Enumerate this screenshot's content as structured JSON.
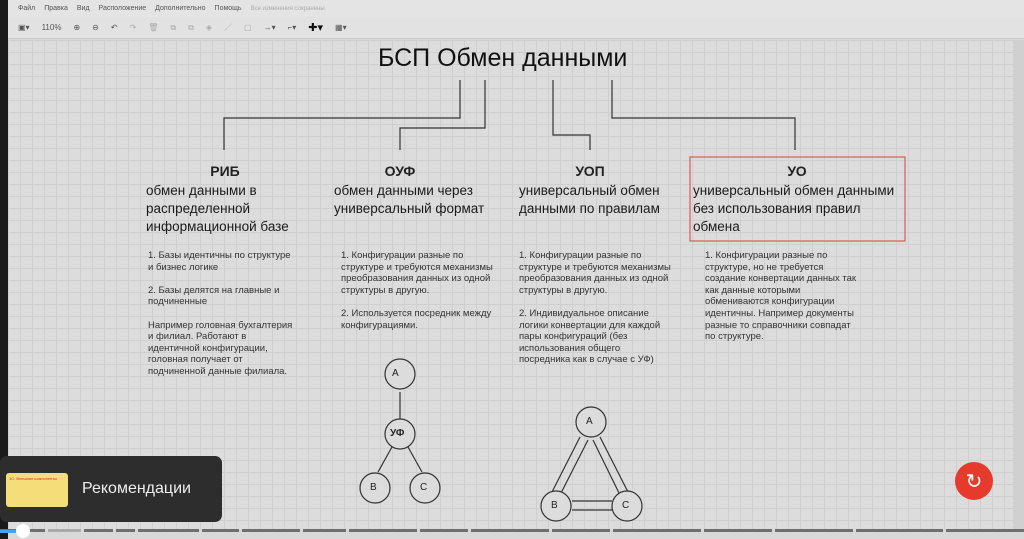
{
  "menu": {
    "items": [
      "Файл",
      "Правка",
      "Вид",
      "Расположение",
      "Дополнительно",
      "Помощь"
    ],
    "status": "Все изменения сохранены"
  },
  "toolbar": {
    "zoom": "110%"
  },
  "diagram": {
    "title": "БСП Обмен данными",
    "columns": [
      {
        "head": "РИБ",
        "sub": "обмен данными в распределенной информационной базе",
        "body": "1. Базы идентичны по структуре и бизнес логике\n\n2. Базы делятся на главные и подчиненные\n\nНапример головная бухгалтерия и филиал. Работают в идентичной конфигурации, головная получает от подчиненной данные филиала."
      },
      {
        "head": "ОУФ",
        "sub": "обмен данными через универсальный формат",
        "body": "1. Конфигурации разные по структуре и требуются механизмы преобразования данных из одной структуры в другую.\n\n2. Используется посредник между конфигурациями."
      },
      {
        "head": "УОП",
        "sub": "универсальный обмен данными по правилам",
        "body": "1. Конфигурации разные по структуре и требуются механизмы преобразования данных из одной структуры в другую.\n\n2. Индивидуальное описание логики конвертации для каждой пары конфигураций (без использования общего посредника как в случае с УФ)"
      },
      {
        "head": "УО",
        "sub": "универсальный обмен данными без использования правил обмена",
        "body": "1. Конфигурации разные по структуре, но не требуется создание конвертации данных так как данные которыми обмениваются конфигурации идентичны. Например документы разные то справочники совпадат по структуре."
      }
    ],
    "nodes": {
      "a": "A",
      "uf": "УФ",
      "b": "B",
      "c": "C"
    }
  },
  "player": {
    "recommendations": "Рекомендации",
    "thumb_text": "1С: Внешние компоненты"
  },
  "colors": {
    "selection": "#e05a4e",
    "accent": "#3ea6ff",
    "replay": "#e53a2c"
  }
}
